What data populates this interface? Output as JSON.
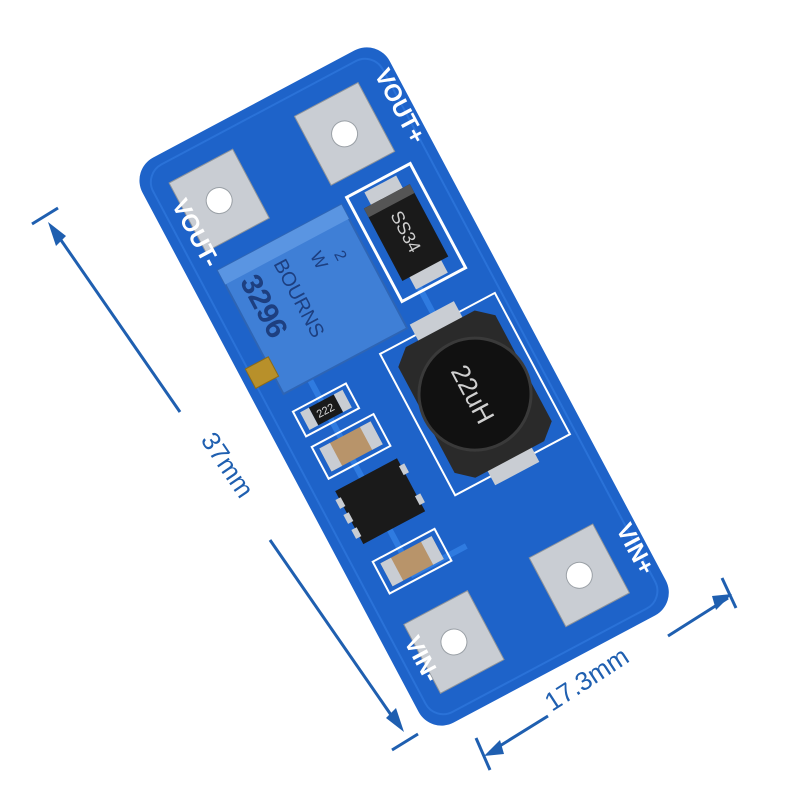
{
  "colors": {
    "pcb": "#1e63c9",
    "pcb_dark": "#164fa8",
    "pad": "#c9cdd3",
    "dimension": "#1f5fb0",
    "potentiometer": "#3f7fd6"
  },
  "labels": {
    "vout_plus": "VOUT+",
    "vout_minus": "VOUT-",
    "vin_plus": "VIN+",
    "vin_minus": "VIN-"
  },
  "diode_marking": "SS34",
  "resistor_marking": "222",
  "inductor_marking": "22uH",
  "pot": {
    "model": "3296",
    "brand": "BOURNS",
    "value": "W",
    "code": "2"
  },
  "dimensions": {
    "length": "37mm",
    "width": "17.3mm"
  }
}
